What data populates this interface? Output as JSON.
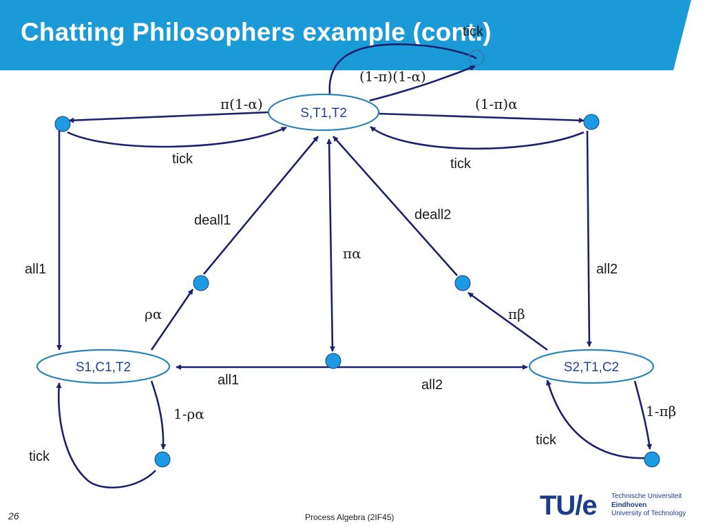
{
  "slide": {
    "title": "Chatting Philosophers example (cont.)",
    "number": "26",
    "footer": "Process Algebra (2IF45)"
  },
  "logo": {
    "mark": "TU/e",
    "lines": [
      "Technische Universiteit",
      "Eindhoven",
      "University of Technology"
    ]
  },
  "colors": {
    "banner": "#1a9ad6",
    "arrow": "#1a1f6e",
    "node": "#1c9be4",
    "state_border": "#2b84b8"
  },
  "diagram": {
    "states": {
      "top": "S,T1,T2",
      "left": "S1,C1,T2",
      "right": "S2,T1,C2"
    },
    "labels": {
      "tick_top": "tick",
      "prob_top": "(1-π)(1-α)",
      "prob_left": "π(1-α)",
      "prob_right": "(1-π)α",
      "tick_left": "tick",
      "tick_right": "tick",
      "deall1": "deall1",
      "deall2": "deall2",
      "pa": "πα",
      "all1_left": "all1",
      "all2_right": "all2",
      "ra": "ρα",
      "pb": "πβ",
      "all1_bottom": "all1",
      "all2_bottom": "all2",
      "one_minus_ra": "1-ρα",
      "one_minus_pb": "1-πβ",
      "tick_bottom_left": "tick",
      "tick_bottom_right": "tick"
    }
  }
}
